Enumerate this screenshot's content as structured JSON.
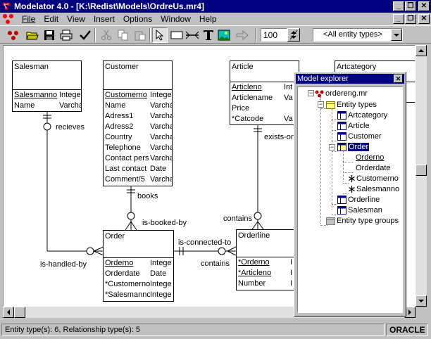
{
  "window": {
    "title": "Modelator 4.0 - [K:\\Redist\\Models\\OrdreUs.mr4]"
  },
  "menu": [
    "File",
    "Edit",
    "View",
    "Insert",
    "Options",
    "Window",
    "Help"
  ],
  "toolbar": {
    "zoom": "100",
    "entity_filter": "<All entity types>"
  },
  "entities": [
    {
      "name": "Salesman",
      "attrs": [
        {
          "name": "Salesmanno",
          "type": "Intege",
          "key": true
        },
        {
          "name": "Name",
          "type": "Varcha",
          "key": false
        }
      ]
    },
    {
      "name": "Customer",
      "attrs": [
        {
          "name": "Customerno",
          "type": "Intege",
          "key": true
        },
        {
          "name": "Name",
          "type": "Varcha",
          "key": false
        },
        {
          "name": "Adress1",
          "type": "Varcha",
          "key": false
        },
        {
          "name": "Adress2",
          "type": "Varcha",
          "key": false
        },
        {
          "name": "Country",
          "type": "Varcha",
          "key": false
        },
        {
          "name": "Telephone",
          "type": "Varcha",
          "key": false
        },
        {
          "name": "Contact pers",
          "type": "Varcha",
          "key": false
        },
        {
          "name": "Last contact",
          "type": "Date",
          "key": false
        },
        {
          "name": "Comment/5",
          "type": "Varcha",
          "key": false
        }
      ]
    },
    {
      "name": "Article",
      "attrs": [
        {
          "name": "Articleno",
          "type": "Int",
          "key": true
        },
        {
          "name": "Articlename",
          "type": "Va",
          "key": false
        },
        {
          "name": "Price",
          "type": "",
          "key": false
        },
        {
          "name": "*Catcode",
          "type": "Va",
          "key": false
        }
      ]
    },
    {
      "name": "Artcategory",
      "attrs": [
        {
          "name": "",
          "type": "",
          "key": false
        }
      ]
    },
    {
      "name": "Order",
      "attrs": [
        {
          "name": "Orderno",
          "type": "Intege",
          "key": true
        },
        {
          "name": "Orderdate",
          "type": "Date",
          "key": false
        },
        {
          "name": "*Customerno",
          "type": "Intege",
          "key": false
        },
        {
          "name": "*Salesmanno",
          "type": "Intege",
          "key": false
        }
      ]
    },
    {
      "name": "Orderline",
      "attrs": [
        {
          "name": "*Orderno",
          "type": "I",
          "key": true
        },
        {
          "name": "*Articleno",
          "type": "I",
          "key": true
        },
        {
          "name": "Number",
          "type": "I",
          "key": false
        }
      ]
    }
  ],
  "relationships": [
    "recieves",
    "books",
    "is-booked-by",
    "exists-on",
    "contains",
    "is-handled-by",
    "is-connected-to",
    "contains"
  ],
  "explorer": {
    "title": "Model explorer",
    "root": "ordereng.mr",
    "entity_types_label": "Entity types",
    "entity_types": [
      "Artcategory",
      "Article",
      "Customer",
      "Order",
      "Orderline",
      "Salesman"
    ],
    "order_attrs": [
      "Orderno",
      "Orderdate",
      "Customerno",
      "Salesmanno"
    ],
    "groups_label": "Entity type groups"
  },
  "status": {
    "text": "Entity type(s): 6, Relationship type(s): 5",
    "brand": "ORACLE"
  }
}
